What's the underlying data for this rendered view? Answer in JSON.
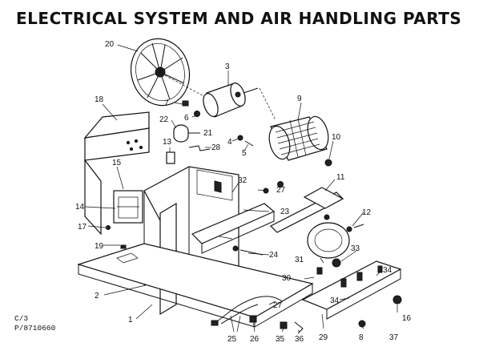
{
  "title": "ELECTRICAL SYSTEM AND AIR HANDLING PARTS",
  "catalog": {
    "line1": "C/3",
    "line2": "P/8710660"
  },
  "callouts": {
    "p1": "1",
    "p2": "2",
    "p3": "3",
    "p4": "4",
    "p5": "5",
    "p6": "6",
    "p7": "7",
    "p8": "8",
    "p9": "9",
    "p10": "10",
    "p11": "11",
    "p12": "12",
    "p13": "13",
    "p14": "14",
    "p15": "15",
    "p16": "16",
    "p17": "17",
    "p18": "18",
    "p19": "19",
    "p20": "20",
    "p21": "21",
    "p22": "22",
    "p23": "23",
    "p24": "24",
    "p25": "25",
    "p26": "26",
    "p27a": "27",
    "p27b": "27",
    "p28": "28",
    "p29": "29",
    "p30": "30",
    "p31": "31",
    "p32": "32",
    "p33": "33",
    "p34a": "34",
    "p34b": "34",
    "p35": "35",
    "p36": "36",
    "p37": "37"
  }
}
